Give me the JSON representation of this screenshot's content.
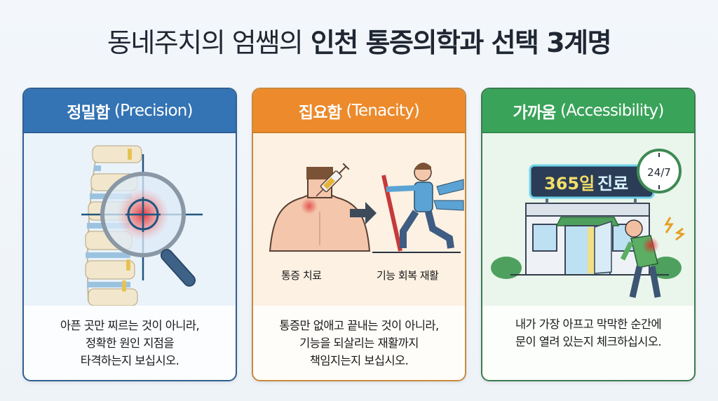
{
  "header": {
    "title_light": "동네주치의 엄쌤의",
    "title_bold": "인천 통증의학과 선택 3계명"
  },
  "cards": [
    {
      "title_ko": "정밀함",
      "title_en": "(Precision)",
      "color": "#3473b4",
      "illustration": "spine-magnifier-target-icon",
      "description": [
        "아픈 곳만 찌르는 것이 아니라,",
        "정확한 원인 지점을",
        "타격하는지 보십시오."
      ]
    },
    {
      "title_ko": "집요함",
      "title_en": "(Tenacity)",
      "color": "#ec8a2c",
      "illustration": "injection-to-rehab-icon",
      "captions": [
        "통증 치료",
        "기능 회복 재활"
      ],
      "description": [
        "통증만 없애고 끝내는 것이 아니라,",
        "기능을 되살리는 재활까지",
        "책임지는지 보십시오."
      ]
    },
    {
      "title_ko": "가까움",
      "title_en": "(Accessibility)",
      "color": "#3aa35a",
      "illustration": "clinic-365-open-icon",
      "sign_number": "365일",
      "sign_text": "진료",
      "clock_text": "24/7",
      "description": [
        "내가 가장 아프고 막막한 순간에",
        "문이 열려 있는지 체크하십시오."
      ]
    }
  ]
}
